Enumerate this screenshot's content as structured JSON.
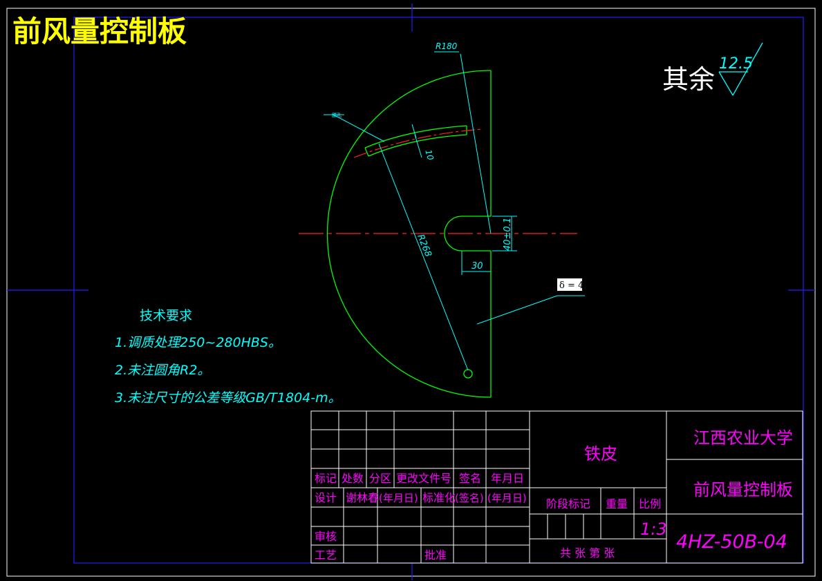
{
  "drawing_title": "前风量控制板",
  "surface_roughness": {
    "label": "其余",
    "value": "12.5"
  },
  "dimensions": {
    "outer_radius": "R180",
    "hole_radius": "R268",
    "slot_width": "10",
    "slot_height": "40±0.1",
    "slot_depth": "30",
    "thickness": "δ = 4",
    "small_label": "腰孔"
  },
  "tech_requirements": {
    "heading": "技术要求",
    "items": [
      "1.调质处理250~280HBS。",
      "2.未注圆角R2。",
      "3.未注尺寸的公差等级GB/T1804-m。"
    ]
  },
  "title_block": {
    "material": "铁皮",
    "institution": "江西农业大学",
    "part_name": "前风量控制板",
    "drawing_number": "4HZ-50B-04",
    "header_row": [
      "标记",
      "处数",
      "分区",
      "更改文件号",
      "签名",
      "年月日"
    ],
    "design_row": [
      "设计",
      "谢林春",
      "(年月日)",
      "标准化",
      "(签名)",
      "(年月日)"
    ],
    "review_label": "审核",
    "process_label": "工艺",
    "approve_label": "批准",
    "stage_label": "阶段标记",
    "weight_label": "重量",
    "ratio_label": "比例",
    "ratio_value": "1:3",
    "sheets_label": "共 张 第 张"
  },
  "colors": {
    "frame": "#2020ff",
    "geometry": "#00ff00",
    "dimension": "#00ffff",
    "centerline": "#ff2020",
    "text_cyan": "#00ffff",
    "title_yellow": "#ffff00",
    "title_block_text": "#ff00ff"
  }
}
